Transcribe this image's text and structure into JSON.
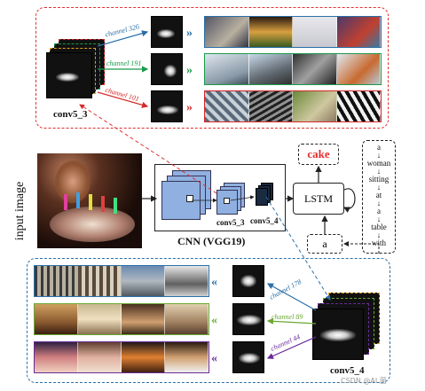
{
  "top_panel": {
    "label": "conv5_3",
    "channels": [
      {
        "label": "channel 326",
        "color": "#2a6fa8"
      },
      {
        "label": "channel 191",
        "color": "#1a9a4a"
      },
      {
        "label": "channel 101",
        "color": "#d42a2a"
      }
    ]
  },
  "middle": {
    "input_label": "input image",
    "cnn_label": "CNN (VGG19)",
    "conv5_3_label": "conv5_3",
    "conv5_4_label": "conv5_4",
    "lstm_label": "LSTM",
    "output_word": "cake",
    "input_word": "a",
    "caption_words": [
      "a",
      "woman",
      "sitting",
      "at",
      "a",
      "table",
      "with"
    ]
  },
  "bottom_panel": {
    "label": "conv5_4",
    "channels": [
      {
        "label": "channel 178",
        "color": "#2a6fa8"
      },
      {
        "label": "channel 89",
        "color": "#6aa832"
      },
      {
        "label": "channel 44",
        "color": "#6a2a9a"
      }
    ]
  },
  "watermark": "CSDN @AI 菌",
  "colors": {
    "red": "#e03030",
    "blue": "#2a6fa8",
    "green": "#1a9a4a",
    "cnn_fill": "#8fb0e0"
  }
}
